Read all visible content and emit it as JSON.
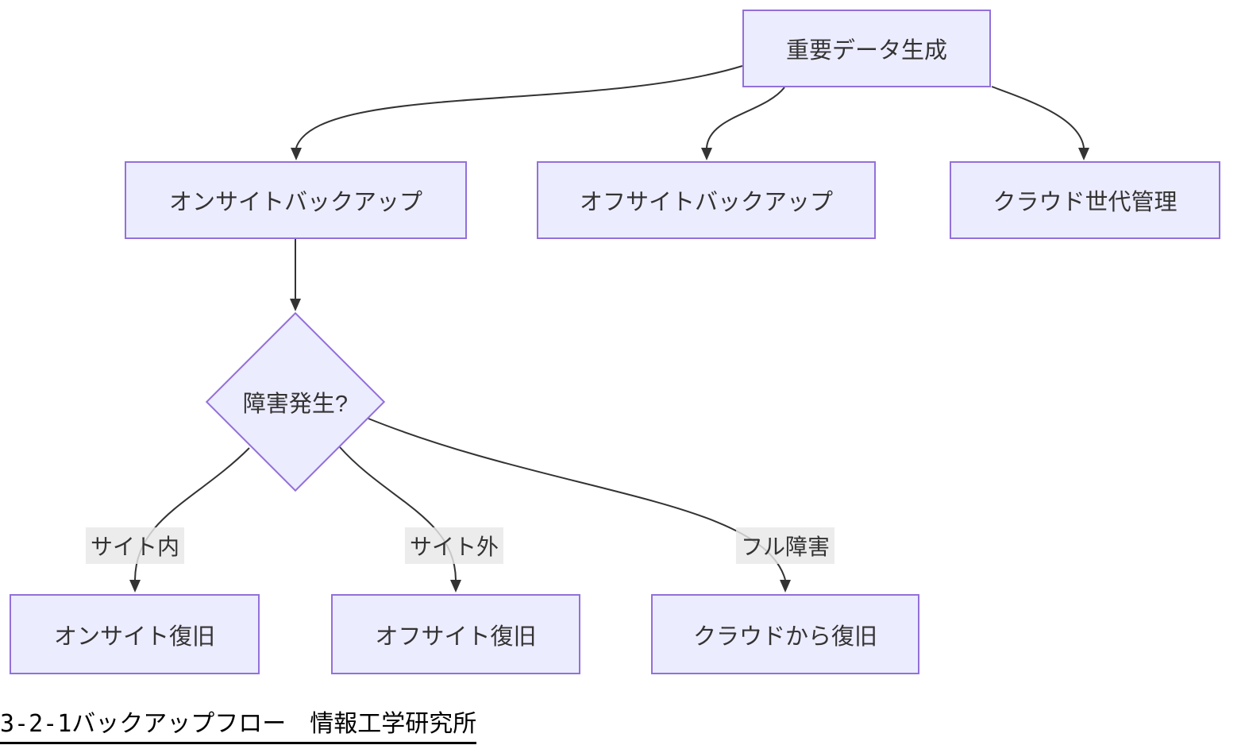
{
  "diagram": {
    "type": "flowchart",
    "direction": "top-down",
    "nodes": [
      {
        "id": "data-source",
        "label": "重要データ生成",
        "shape": "rectangle"
      },
      {
        "id": "onsite-backup",
        "label": "オンサイトバックアップ",
        "shape": "rectangle"
      },
      {
        "id": "offsite-backup",
        "label": "オフサイトバックアップ",
        "shape": "rectangle"
      },
      {
        "id": "cloud-gen-mgmt",
        "label": "クラウド世代管理",
        "shape": "rectangle"
      },
      {
        "id": "failure-check",
        "label": "障害発生?",
        "shape": "diamond"
      },
      {
        "id": "onsite-restore",
        "label": "オンサイト復旧",
        "shape": "rectangle"
      },
      {
        "id": "offsite-restore",
        "label": "オフサイト復旧",
        "shape": "rectangle"
      },
      {
        "id": "cloud-restore",
        "label": "クラウドから復旧",
        "shape": "rectangle"
      }
    ],
    "edges": [
      {
        "from": "data-source",
        "to": "onsite-backup",
        "label": ""
      },
      {
        "from": "data-source",
        "to": "offsite-backup",
        "label": ""
      },
      {
        "from": "data-source",
        "to": "cloud-gen-mgmt",
        "label": ""
      },
      {
        "from": "onsite-backup",
        "to": "failure-check",
        "label": ""
      },
      {
        "from": "failure-check",
        "to": "onsite-restore",
        "label": "サイト内"
      },
      {
        "from": "failure-check",
        "to": "offsite-restore",
        "label": "サイト外"
      },
      {
        "from": "failure-check",
        "to": "cloud-restore",
        "label": "フル障害"
      }
    ],
    "caption": "3-2-1バックアップフロー　情報工学研究所",
    "colors": {
      "node_fill": "#ECECFF",
      "node_border": "#9370DB",
      "edge_line": "#333333",
      "edge_label_bg": "#e8e8e8",
      "node_text": "#333333",
      "caption_text": "#000000",
      "background": "#ffffff"
    }
  }
}
